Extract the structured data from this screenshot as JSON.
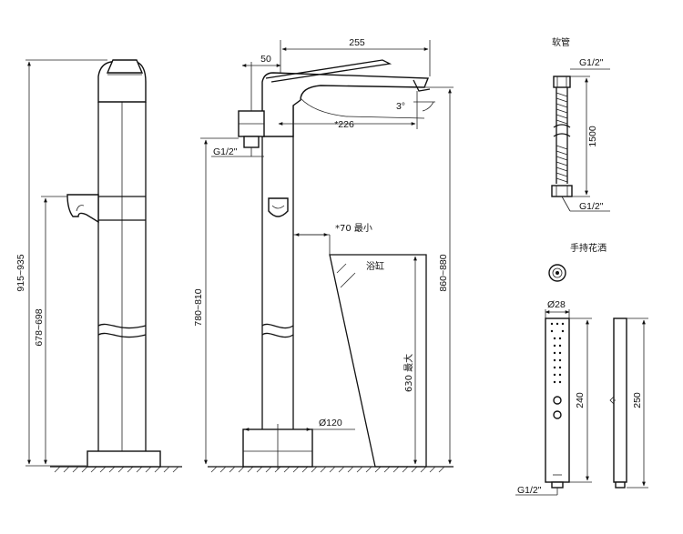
{
  "side_view": {
    "total_height": "915~935",
    "spout_height": "678~698"
  },
  "front_view": {
    "overall_length": "255",
    "inlet_offset": "50",
    "spout_reach": "*226",
    "spout_angle": "3°",
    "inlet_thread": "G1/2\"",
    "height_to_inlet": "780~810",
    "height_to_spout": "860~880",
    "tub_clearance": "*70 最小",
    "tub_label": "浴缸",
    "tub_max_height": "630 最大",
    "base_diameter": "Ø120"
  },
  "hose": {
    "title": "软管",
    "top_thread": "G1/2\"",
    "length": "1500",
    "bottom_thread": "G1/2\""
  },
  "hand_shower": {
    "title": "手持花洒",
    "diameter": "Ø28",
    "length_body": "240",
    "length_total": "250",
    "thread": "G1/2\""
  }
}
